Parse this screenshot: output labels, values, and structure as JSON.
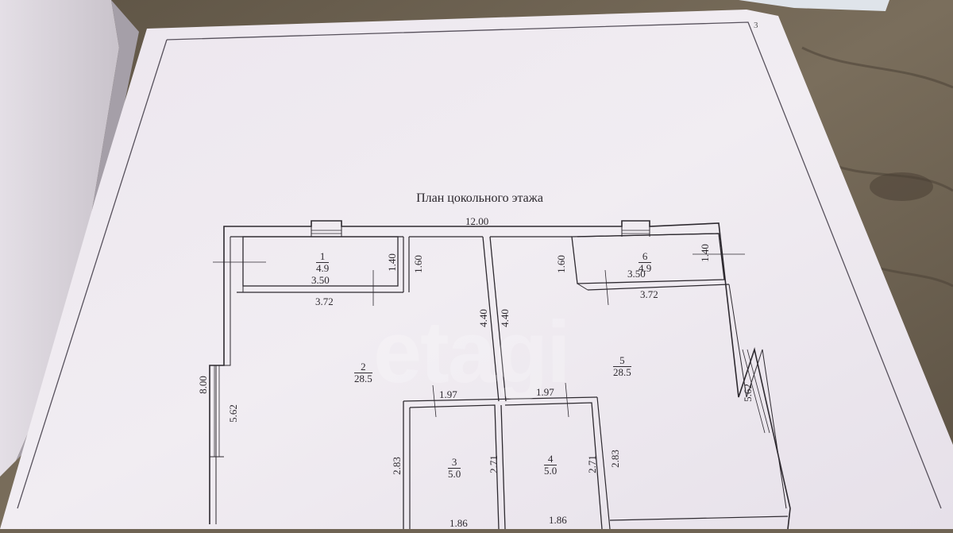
{
  "plan": {
    "title": "План цокольного этажа",
    "corner_mark": "3",
    "watermark": "etagi",
    "overall_width": "12.00",
    "overall_height": "8.00",
    "rooms": [
      {
        "num": "1",
        "area": "4.9"
      },
      {
        "num": "2",
        "area": "28.5"
      },
      {
        "num": "3",
        "area": "5.0"
      },
      {
        "num": "4",
        "area": "5.0"
      },
      {
        "num": "5",
        "area": "28.5"
      },
      {
        "num": "6",
        "area": "4.9"
      }
    ],
    "dims": {
      "r1_w": "3.50",
      "r1_h": "1.40",
      "r1_gap": "1.60",
      "r2_w": "3.72",
      "r2_h_left": "5.62",
      "r2_h_mid": "4.40",
      "r5_h_mid": "4.40",
      "r6_gap": "1.60",
      "r6_w": "3.50",
      "r6_h": "1.40",
      "r5_w": "3.72",
      "r5_h_right": "5.62",
      "r3_top": "1.97",
      "r4_top": "1.97",
      "r3_h_left": "2.83",
      "r3_h_right": "2.71",
      "r4_h_left": "2.71",
      "r4_h_right": "2.83",
      "r3_bottom": "1.86",
      "r4_bottom": "1.86"
    }
  }
}
